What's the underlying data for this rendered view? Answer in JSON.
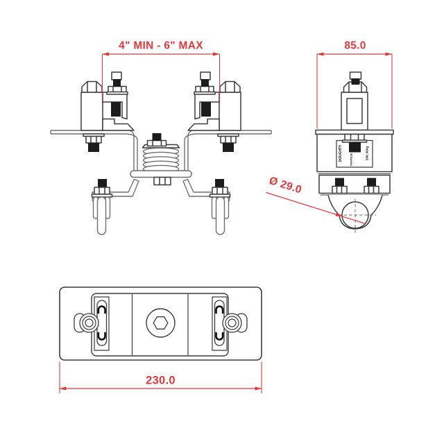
{
  "front_view": {
    "dimension_clamp_range": "4\" MIN - 6\" MAX"
  },
  "side_view": {
    "dimension_width": "85.0",
    "dimension_tube_diameter": "Ø 29.0",
    "label_plate": {
      "line1": "DOUGHTY",
      "line2": "TRAPEZE",
      "line3": "SWL 80Kg"
    }
  },
  "plan_view": {
    "dimension_length": "230.0"
  },
  "colors": {
    "dimension_red": "#e2383b",
    "ink_dark": "#3a3a3a",
    "ink_gray": "#6f6f6f",
    "ink_black": "#1c1c1c",
    "background": "#ffffff"
  }
}
